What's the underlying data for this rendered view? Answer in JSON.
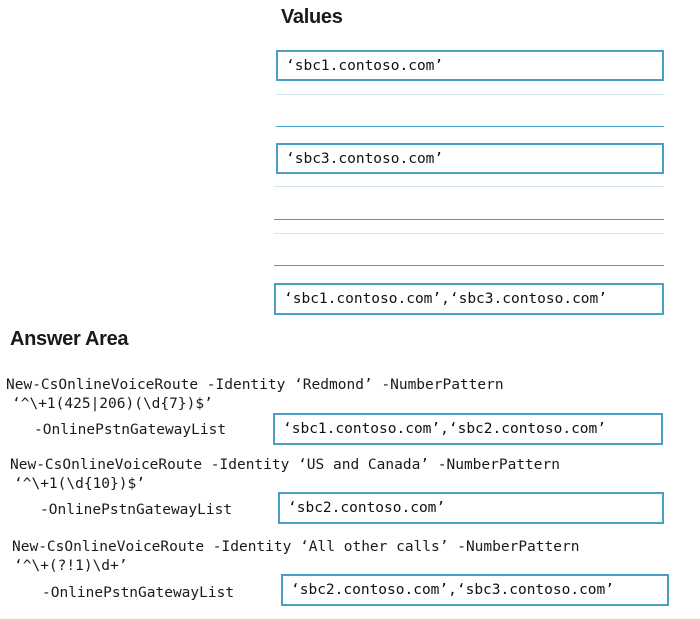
{
  "values_heading": "Values",
  "values": [
    "‘sbc1.contoso.com’",
    "",
    "‘sbc3.contoso.com’",
    "",
    "",
    "‘sbc1.contoso.com’,‘sbc3.contoso.com’"
  ],
  "answer_heading": "Answer Area",
  "routes": [
    {
      "cmd": "New-CsOnlineVoiceRoute -Identity ‘Redmond’ -NumberPattern",
      "pattern": "‘^\\+1(425|206)(\\d{7})$’",
      "param": "-OnlinePstnGatewayList",
      "answer": "‘sbc1.contoso.com’,‘sbc2.contoso.com’"
    },
    {
      "cmd": "New-CsOnlineVoiceRoute -Identity ‘US and Canada’ -NumberPattern",
      "pattern": "‘^\\+1(\\d{10})$’",
      "param": "-OnlinePstnGatewayList",
      "answer": "‘sbc2.contoso.com’"
    },
    {
      "cmd": "New-CsOnlineVoiceRoute -Identity ‘All other calls’ -NumberPattern",
      "pattern": "‘^\\+(?!1)\\d+’",
      "param": "-OnlinePstnGatewayList",
      "answer": "‘sbc2.contoso.com’,‘sbc3.contoso.com’"
    }
  ]
}
